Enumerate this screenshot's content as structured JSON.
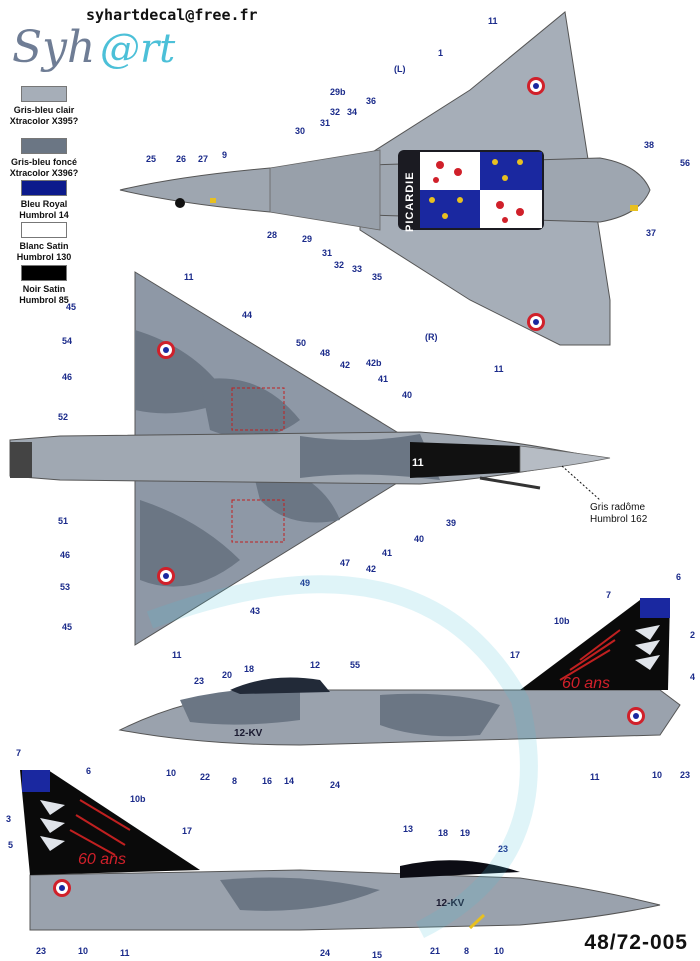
{
  "header": {
    "email": "syhartdecal@free.fr",
    "logo_text": "Syh@rt"
  },
  "legend": [
    {
      "label_1": "Gris-bleu clair",
      "label_2": "Xtracolor X395?",
      "color": "#a6aeb8"
    },
    {
      "label_1": "Gris-bleu foncé",
      "label_2": "Xtracolor X396?",
      "color": "#6b7684"
    },
    {
      "label_1": "Bleu Royal",
      "label_2": "Humbrol 14",
      "color": "#0c1a8c"
    },
    {
      "label_1": "Blanc Satin",
      "label_2": "Humbrol 130",
      "color": "#ffffff"
    },
    {
      "label_1": "Noir Satin",
      "label_2": "Humbrol 85",
      "color": "#000000"
    }
  ],
  "radome_note": {
    "line_1": "Gris radôme",
    "line_2": "Humbrol 162"
  },
  "sheet_code": "48/72-005",
  "markings": {
    "tail_banner": "PICARDIE",
    "anniversary": "60 ans",
    "aircraft_code": "12-KV",
    "nose_number": "11"
  },
  "callouts_top": [
    "11",
    "1",
    "(L)",
    "29b",
    "36",
    "32",
    "34",
    "31",
    "30",
    "25",
    "26",
    "27",
    "9",
    "28",
    "29",
    "31",
    "32",
    "33",
    "35",
    "38",
    "56",
    "37",
    "(R)",
    "11"
  ],
  "callouts_bottom": [
    "11",
    "44",
    "45",
    "54",
    "46",
    "52",
    "50",
    "48",
    "42",
    "42b",
    "41",
    "40",
    "51",
    "46",
    "53",
    "45",
    "11",
    "43",
    "49",
    "47",
    "42",
    "41",
    "40",
    "39"
  ],
  "callouts_side_right": [
    "7",
    "6",
    "10b",
    "2",
    "17",
    "4",
    "23",
    "20",
    "18",
    "12",
    "55",
    "10",
    "22",
    "8",
    "16",
    "14",
    "24",
    "11",
    "10",
    "23"
  ],
  "callouts_side_left": [
    "7",
    "6",
    "10b",
    "3",
    "17",
    "5",
    "13",
    "18",
    "19",
    "23",
    "23",
    "10",
    "11",
    "24",
    "15",
    "21",
    "8",
    "10"
  ],
  "colors": {
    "light_grey": "#a6aeb8",
    "dark_grey": "#6b7684",
    "royal_blue": "#0c1a8c",
    "red": "#d0202a",
    "callout_blue": "#1a2a8a"
  }
}
